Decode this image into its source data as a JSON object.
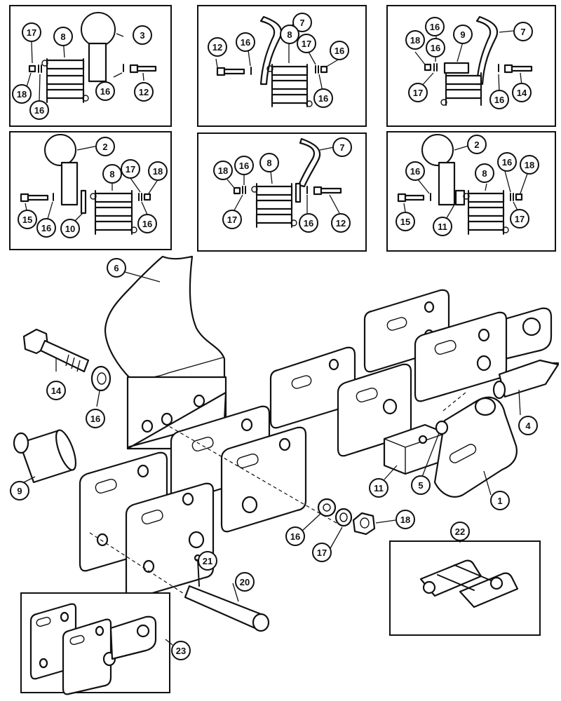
{
  "callouts": {
    "p1": "1",
    "p2": "2",
    "p3": "3",
    "p4": "4",
    "p5": "5",
    "p6": "6",
    "p7": "7",
    "p8": "8",
    "p9": "9",
    "p10": "10",
    "p11": "11",
    "p12": "12",
    "p14": "14",
    "p15": "15",
    "p16": "16",
    "p17": "17",
    "p18": "18",
    "p20": "20",
    "p21": "21",
    "p22": "22",
    "p23": "23"
  },
  "colors": {
    "ink": "#111111",
    "paper": "#ffffff"
  }
}
